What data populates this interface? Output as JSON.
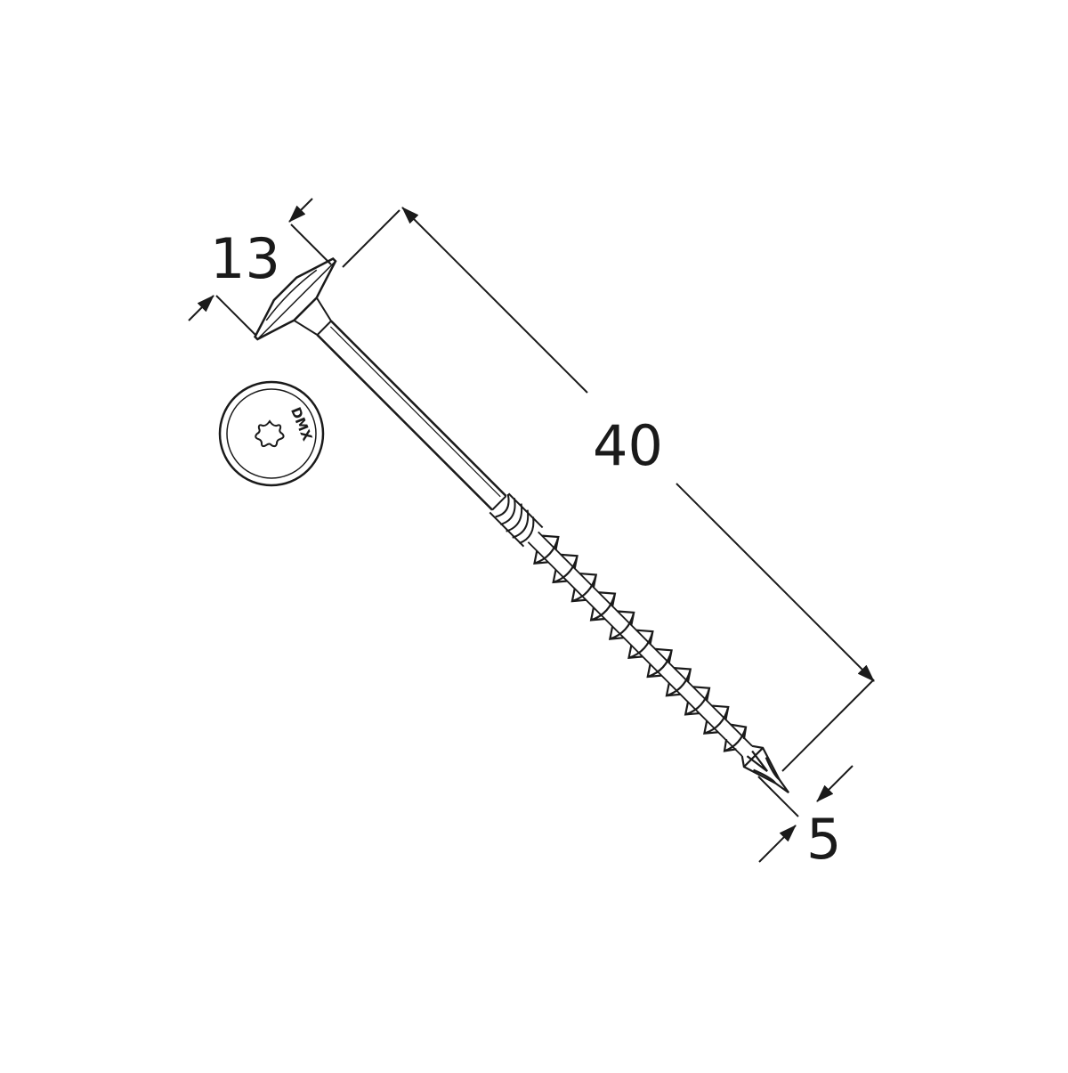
{
  "dimensions": {
    "head_diameter": "13",
    "length": "40",
    "thread_diameter": "5"
  },
  "head_marking": "DMX",
  "colors": {
    "line": "#1a1a1a",
    "background": "#ffffff"
  },
  "icons": {
    "drive_recess": "torx-star-icon"
  }
}
